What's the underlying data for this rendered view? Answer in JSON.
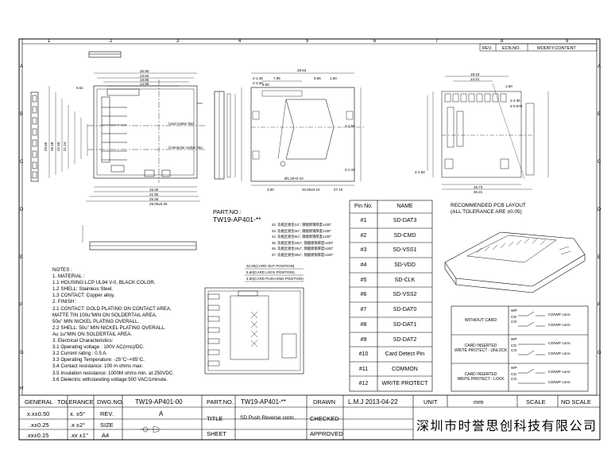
{
  "revision_block": {
    "rev": "REV.",
    "ecn": "ECN.NO.",
    "modify": "MODIFY.CONTENT"
  },
  "grid_numbers": [
    "1",
    "2",
    "3",
    "4",
    "5",
    "6",
    "7",
    "8",
    "9"
  ],
  "grid_letters": [
    "A",
    "B",
    "C",
    "D",
    "E",
    "F",
    "G",
    "H"
  ],
  "dims_top": {
    "w1": "25.90",
    "w2": "23.50",
    "w3": "18.85",
    "w4": "14.95",
    "left": "5.61",
    "h1": "29.85",
    "h2": "26.48",
    "h3": "22.50",
    "h4": "21.24",
    "b1": "15.20",
    "b2": "21.90",
    "b3": "25.25",
    "b4": "29.00±0.25",
    "label_center": "Card center line",
    "label_conn": "Connector center line"
  },
  "dims_mid": {
    "top": "28.63",
    "t1": "7.85",
    "t2": "5.00",
    "t3": "8.56",
    "t4": "1.50",
    "bot1": "3.00",
    "bot2": "23.00±0.10",
    "bot3": "27.10",
    "hole": "Ø1.20×0.10",
    "r1": "2-1.48",
    "r2": "2-3.30",
    "r3": "2-1.50",
    "r4": "2-1.10"
  },
  "dims_right": {
    "w1": "25.73",
    "w2": "26.21",
    "w3": "18.43",
    "w4": "14.21",
    "b1": "2-1.50",
    "b2": "1.50",
    "b3": "2-0.575",
    "b4": "2-2.36"
  },
  "recommended_pcb": {
    "line1": "RECOMMENDED PCB LAYOUT",
    "line2": "(ALL TOLERANCE ARE ±0.05)"
  },
  "part_no": {
    "label": "PART.NO.:",
    "value": "TW19-AP401-**",
    "options": [
      "42. 功能区镀金1U\", 锡腿镀锡厚度≥100\"",
      "43. 功能区镀金3U\", 锡腿镀锡厚度≥100\"",
      "44. 功能区镀金5U\", 锡腿镀锡厚度≥100\"",
      "45. 功能区镀金10U\", 锡腿镀锡厚度≥100\"",
      "46. 功能区镀金15U\", 锡腿镀锡厚度≥100\"",
      "47. 功能区镀金30U\", 锡腿镀锡厚度≥100\""
    ]
  },
  "card_positions": {
    "out": "32.00(CARD OUT POSITION)",
    "lock": "5.60(CARD LOCK POSITION)",
    "push": "4.80(CARD PUSH END POSITION)"
  },
  "notes": [
    "NOTES :",
    "1. MATERIAL :",
    "   1.1 HOUSING:LCP UL94 V-0, BLACK COLOR.",
    "   1.2 SHELL: Stainless Steel.",
    "   1.3 CONTACT: Copper alloy.",
    "2. FINISH :",
    "   2.1 CONTACT: GOLD PLATING ON CONTACT AREA,",
    "        MATTE TIN 100u\"MIN ON SOLDERTAIL AREA.",
    "        50u\" MIN NICKEL PLATING OVERALL.",
    "   2.2 SHELL: 50u\" MIN NICKEL PLATING OVERALL.",
    "        Au 1u\"MIN ON SOLDERTAIL AREA.",
    "3. Electrical Characteristics:",
    "   3.1 Operating voltage : 100V AC(rms)/DC.",
    "   3.2 Current rating : 0.5 A.",
    "   3.3 Operating Temperature: -25°C~+85°C.",
    "   3.4 Contact resistance: 100 m ohms max.",
    "   3.5 Insulation resistance: 1000M ohms min. at 250VDC.",
    "   3.6 Dielectric withstanding voltage:500 VAC/1minute."
  ],
  "pin_table": {
    "headers": [
      "Pin No.",
      "NAME"
    ],
    "rows": [
      [
        "#1",
        "SD-DAT3"
      ],
      [
        "#2",
        "SD-CMD"
      ],
      [
        "#3",
        "SD-VSS1"
      ],
      [
        "#4",
        "SD-VDD"
      ],
      [
        "#5",
        "SD-CLK"
      ],
      [
        "#6",
        "SD-VSS2"
      ],
      [
        "#7",
        "SD-DAT0"
      ],
      [
        "#8",
        "SD-DAT1"
      ],
      [
        "#9",
        "SD-DAT2"
      ],
      [
        "#10",
        "Card Detect Pin"
      ],
      [
        "#11",
        "COMMON"
      ],
      [
        "#12",
        "WRITE PROTECT"
      ]
    ]
  },
  "switch_table": {
    "rows": [
      {
        "label": "WITHOUT CARD",
        "lines": [
          "WP",
          "CD",
          "CO"
        ],
        "outs": [
          "CD/WP conn",
          "CD/WP conn"
        ]
      },
      {
        "label": "CARD INSERTED\nWRITE PROTECT : UNLOCK",
        "lines": [
          "WP",
          "CD",
          "CO"
        ],
        "outs": [
          "CD/WP conn",
          "CD/WP conn"
        ]
      },
      {
        "label": "CARD INSERTED\nWRITE PROTECT : LOCK",
        "lines": [
          "WP",
          "CD",
          "CO"
        ],
        "outs": [
          "CD/WP conn",
          "CD/WP conn"
        ]
      }
    ]
  },
  "title_block": {
    "general": "GENERAL",
    "tolerance": "TOLERANCE",
    "dwg_no_label": "DWG.NO.",
    "dwg_no_value": "TW19-AP401-00",
    "part_no_label": "PART.NO.",
    "part_no_value": "TW19-AP401-**",
    "drawn_label": "DRAWN",
    "drawn_value": "L.M.J 2013-04-22",
    "unit_label": "UNIT",
    "unit_value": "mm",
    "scale_label": "SCALE",
    "scale_value": "NO SCALE",
    "tol1_a": "x.x±0.50",
    "tol1_b": "x. ±5°",
    "rev_label": "REV.",
    "rev_value": "A",
    "tol2_a": ".x±0.25",
    "tol2_b": ".x ±2°",
    "size_label": "SIZE",
    "size_value": "A4",
    "tol3_a": ".xx±0.15",
    "tol3_b": ".xx ±1°",
    "title_label": "TITLE",
    "title_value": "SD Push Reverse conn.",
    "checked_label": "CHECKED",
    "sheet_label": "SHEET",
    "approved_label": "APPROVED",
    "company": "深圳市时誉思创科技有限公司"
  }
}
